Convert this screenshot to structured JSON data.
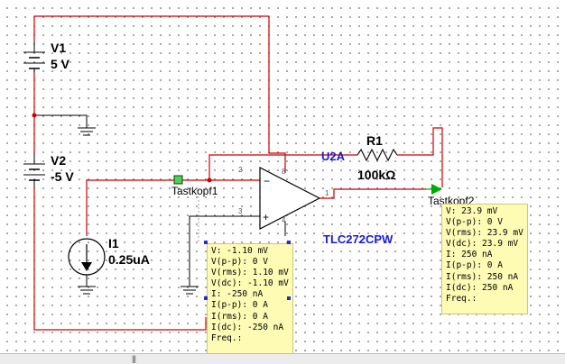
{
  "components": {
    "v1": {
      "name": "V1",
      "value": "5 V"
    },
    "v2": {
      "name": "V2",
      "value": "-5 V"
    },
    "r1": {
      "name": "R1",
      "value": "100kΩ"
    },
    "i1": {
      "name": "I1",
      "value": "0.25uA"
    },
    "u2a": {
      "name": "U2A",
      "part": "TLC272CPW"
    }
  },
  "pins": {
    "p2": "2",
    "p3": "3",
    "p8": "8",
    "p4": "4",
    "p1": "1"
  },
  "probes": {
    "probe1": {
      "name": "Tastkopf1",
      "lines": [
        "V: -1.10 mV",
        "V(p-p): 0 V",
        "V(rms): 1.10 mV",
        "V(dc): -1.10 mV",
        "I: -250 nA",
        "I(p-p): 0 A",
        "I(rms): 0 A",
        "I(dc): -250 nA",
        "Freq.:"
      ]
    },
    "probe2": {
      "name": "Tastkopf2",
      "lines": [
        "V: 23.9 mV",
        "V(p-p): 0 V",
        "V(rms): 23.9 mV",
        "V(dc): 23.9 mV",
        "I: 250 nA",
        "I(p-p): 0 A",
        "I(rms): 250 nA",
        "I(dc): 250 nA",
        "Freq.:"
      ]
    }
  },
  "colors": {
    "wire": "#cc0000",
    "probe_wire": "#00aa00",
    "part_label": "#1a1ad6",
    "probe_box": "#fdfbb4"
  },
  "status_bar": {
    "grip": "|||"
  }
}
